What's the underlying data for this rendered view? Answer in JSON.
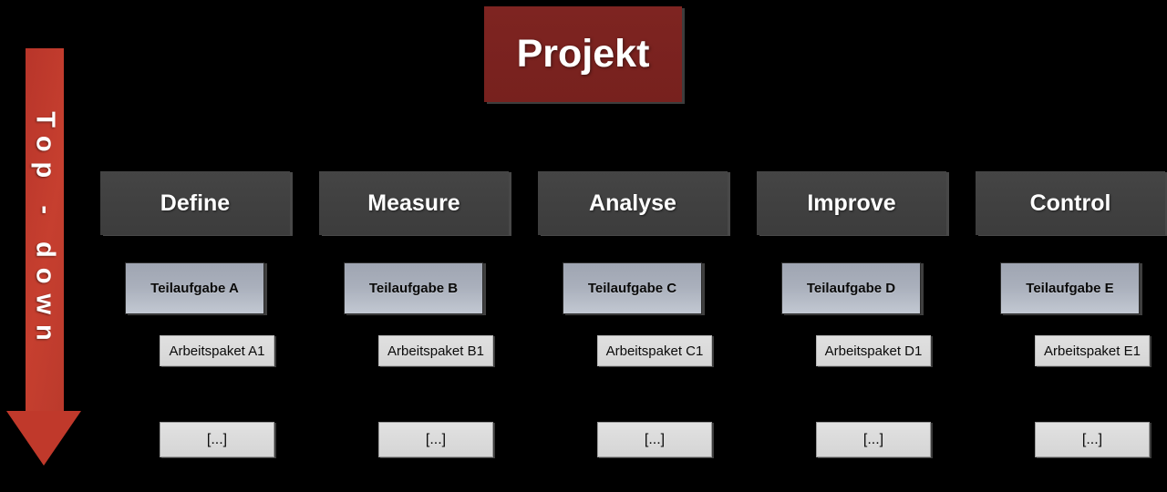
{
  "diagram": {
    "title": "Projekt",
    "background_color": "#000000",
    "accent_color": "#c0392b",
    "root_color": "#7b2320",
    "phase_color": "#414141",
    "subtask_color": "#aab0bc",
    "workpackage_color": "#dcdcdc"
  },
  "arrow": {
    "label": "Top - down",
    "direction": "down",
    "color": "#c0392b"
  },
  "root": {
    "label": "Projekt"
  },
  "columns": [
    {
      "phase": "Define",
      "subtask": "Teilaufgabe A",
      "workpackage": "Arbeitspaket A1",
      "ellipsis": "[...]"
    },
    {
      "phase": "Measure",
      "subtask": "Teilaufgabe B",
      "workpackage": "Arbeitspaket B1",
      "ellipsis": "[...]"
    },
    {
      "phase": "Analyse",
      "subtask": "Teilaufgabe C",
      "workpackage": "Arbeitspaket C1",
      "ellipsis": "[...]"
    },
    {
      "phase": "Improve",
      "subtask": "Teilaufgabe D",
      "workpackage": "Arbeitspaket D1",
      "ellipsis": "[...]"
    },
    {
      "phase": "Control",
      "subtask": "Teilaufgabe E",
      "workpackage": "Arbeitspaket E1",
      "ellipsis": "[...]"
    }
  ]
}
